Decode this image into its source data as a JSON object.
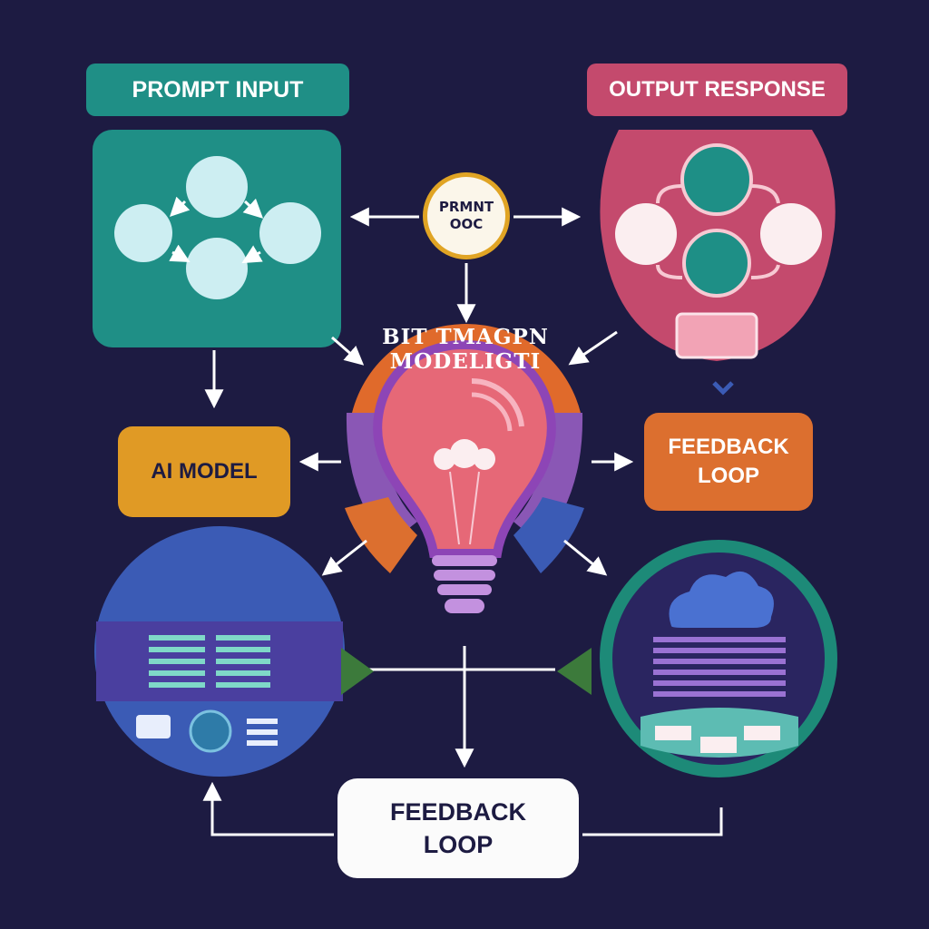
{
  "headers": {
    "prompt_input": "PROMPT INPUT",
    "output_response": "OUTPUT RESPONSE"
  },
  "boxes": {
    "ai_model": "AI MODEL",
    "feedback_right_line1": "FEEDBACK",
    "feedback_right_line2": "LOOP",
    "feedback_bottom_line1": "FEEDBACK",
    "feedback_bottom_line2": "LOOP"
  },
  "center": {
    "prompt_doc_line1": "PRMNT",
    "prompt_doc_line2": "OOC",
    "model_arc_text": "BIT TMAGPN MODELIGTI"
  },
  "colors": {
    "background": "#1d1b42",
    "teal": "#1f8f86",
    "rose": "#c44a6d",
    "amber": "#e09a25",
    "orange": "#dc6f2f",
    "purple": "#8a57b5",
    "blue": "#3b5bb5",
    "green_ring": "#1d8a78"
  },
  "icons": [
    "lightbulb-icon",
    "cloud-icon",
    "arrow-icon",
    "globe-icon"
  ]
}
